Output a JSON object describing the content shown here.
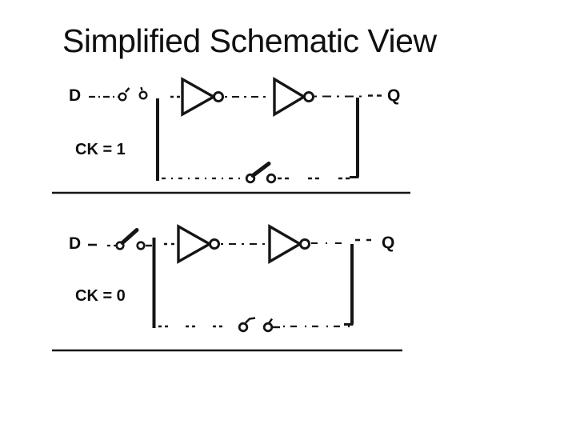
{
  "slide": {
    "title": "Simplified Schematic View"
  },
  "colors": {
    "ink": "#151515",
    "faint_wire": "#666666",
    "background": "#ffffff"
  },
  "schematics": {
    "top": {
      "input_label": "D",
      "output_label": "Q",
      "clock_label": "CK = 1",
      "input_switch_state": "closed",
      "feedback_switch_state": "open",
      "inverter_count": 2
    },
    "bottom": {
      "input_label": "D",
      "output_label": "Q",
      "clock_label": "CK = 0",
      "input_switch_state": "open",
      "feedback_switch_state": "closed",
      "inverter_count": 2
    }
  }
}
